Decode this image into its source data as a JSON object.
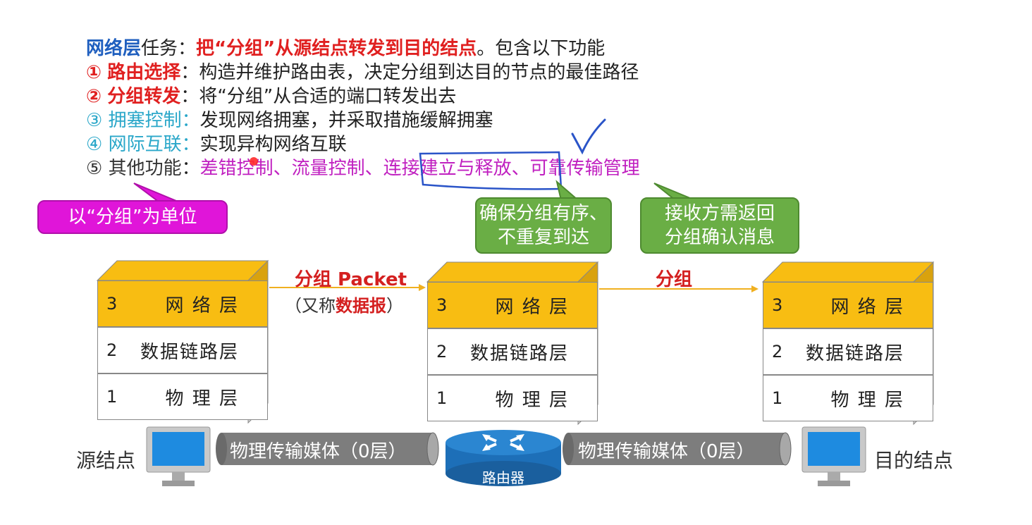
{
  "header": {
    "title_term": "网络层",
    "title_mid": "任务：",
    "title_task": "把“分组”从源结点转发到目的结点",
    "title_tail": "。包含以下功能"
  },
  "functions": [
    {
      "marker": "①",
      "name": "路由选择",
      "sep": "：",
      "desc": "构造并维护路由表，决定分组到达目的节点的最佳路径"
    },
    {
      "marker": "②",
      "name": "分组转发",
      "sep": "：",
      "desc": "将“分组”从合适的端口转发出去"
    },
    {
      "marker": "③",
      "name": "拥塞控制",
      "sep": "：",
      "desc": "发现网络拥塞，并采取措施缓解拥塞"
    },
    {
      "marker": "④",
      "name": "网际互联",
      "sep": "：",
      "desc": "实现异构网络互联"
    },
    {
      "marker": "⑤",
      "name": "其他功能",
      "sep": "：",
      "desc": "差错控制、流量控制、连接建立与释放、可靠传输管理"
    }
  ],
  "callouts": {
    "unit": "以“分组”为单位",
    "ordered_line1": "确保分组有序、",
    "ordered_line2": "不重复到达",
    "ack_line1": "接收方需返回",
    "ack_line2": "分组确认消息"
  },
  "layers": {
    "l3_num": "3",
    "l3_name": "网 络 层",
    "l2_num": "2",
    "l2_name": "数据链路层",
    "l1_num": "1",
    "l1_name": "物 理 层"
  },
  "links": {
    "left_label_red": "分组 Packet",
    "left_aka_open": "（又称",
    "left_aka_term": "数据报",
    "left_aka_close": "）",
    "right_label": "分组",
    "medium": "物理传输媒体（0层）",
    "router": "路由器"
  },
  "nodes": {
    "source": "源结点",
    "destination": "目的结点"
  },
  "colors": {
    "network_layer": "#f8bd12",
    "red_emphasis": "#e02020",
    "blue_heading": "#1f5fbf",
    "cyan_items": "#2aa7c9",
    "magenta_text": "#c020c0",
    "green_callout": "#6aae45",
    "pink_callout": "#e015d9",
    "router_blue": "#1d6fb8"
  }
}
